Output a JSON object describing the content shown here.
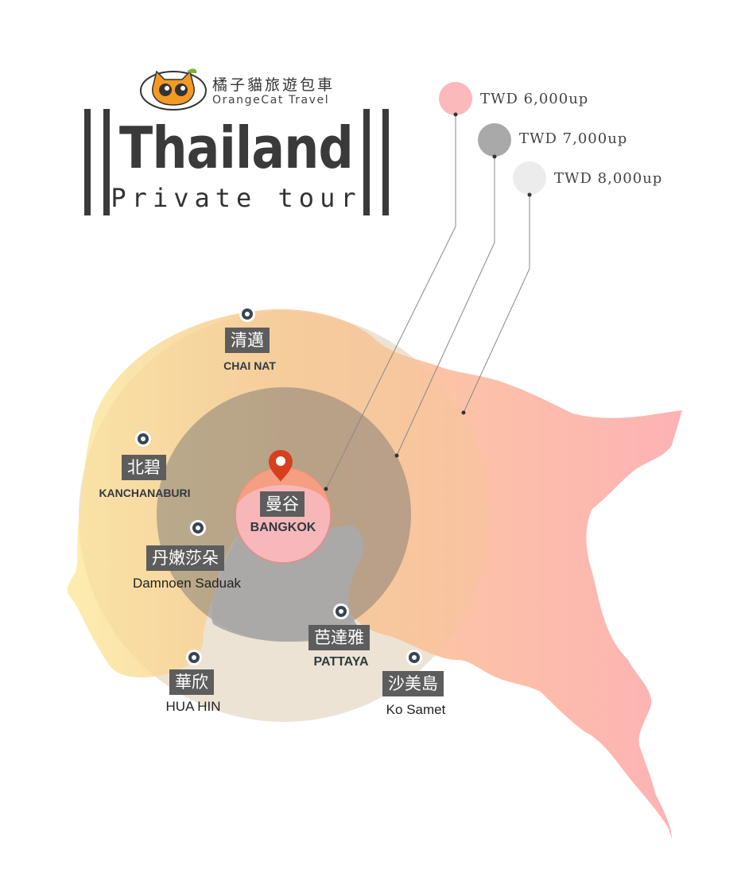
{
  "brand": {
    "name_zh": "橘子貓旅遊包車",
    "name_en": "OrangeCat Travel"
  },
  "title": "Thailand",
  "subtitle": "Private tour",
  "legend": [
    {
      "label": "TWD 6,000up",
      "color": "#fbb9bb"
    },
    {
      "label": "TWD 7,000up",
      "color": "#a9a9a9"
    },
    {
      "label": "TWD 8,000up",
      "color": "#ececec"
    }
  ],
  "center": {
    "zh": "曼谷",
    "en": "BANGKOK"
  },
  "locations": [
    {
      "id": "chainat",
      "zh": "清邁",
      "en": "CHAI NAT"
    },
    {
      "id": "kanchanaburi",
      "zh": "北碧",
      "en": "KANCHANABURI"
    },
    {
      "id": "damnoen",
      "zh": "丹嫩莎朵",
      "en": "Damnoen Saduak"
    },
    {
      "id": "pattaya",
      "zh": "芭達雅",
      "en": "PATTAYA"
    },
    {
      "id": "huahin",
      "zh": "華欣",
      "en": "HUA HIN"
    },
    {
      "id": "kosamet",
      "zh": "沙美島",
      "en": "Ko Samet"
    }
  ],
  "colors": {
    "text_dark": "#3a3a3a",
    "pin": "#384651",
    "marker": "#d6401e"
  }
}
